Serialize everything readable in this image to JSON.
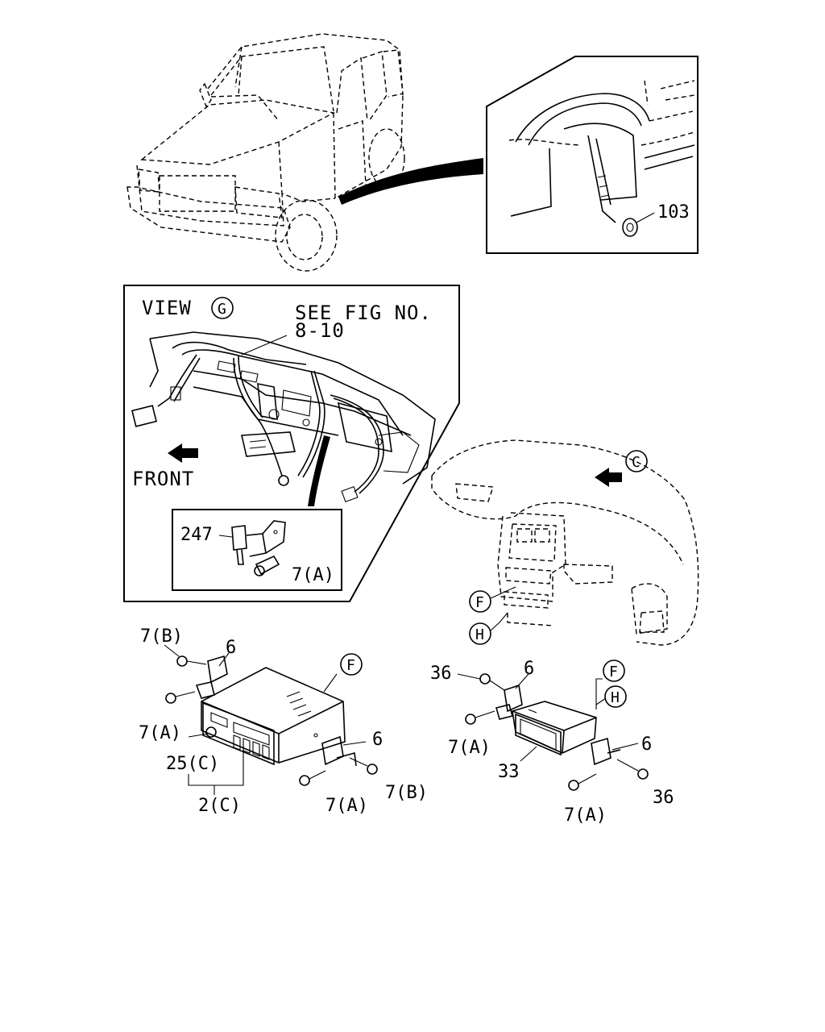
{
  "view_panel": {
    "view_label": "VIEW",
    "view_letter": "G",
    "see_fig_line1": "SEE FIG NO.",
    "see_fig_line2": "8-10",
    "front_label": "FRONT"
  },
  "dashboard": {
    "view_letter": "C",
    "callout_f": "F",
    "callout_h": "H"
  },
  "part_labels": {
    "p103": "103",
    "p247": "247",
    "p7a_sensor": "7(A)",
    "p7b_radio_top": "7(B)",
    "p6_radio_top": "6",
    "p7a_radio_left": "7(A)",
    "p25c": "25(C)",
    "p2c": "2(C)",
    "p6_radio_right": "6",
    "p7a_radio_bottom": "7(A)",
    "p7b_radio_right": "7(B)",
    "f_radio": "F",
    "p36_top": "36",
    "p6_pocket_top": "6",
    "p7a_pocket_left": "7(A)",
    "p33": "33",
    "p6_pocket_right": "6",
    "p36_right": "36",
    "p7a_pocket_bottom": "7(A)",
    "f_pocket": "F",
    "h_pocket": "H"
  }
}
